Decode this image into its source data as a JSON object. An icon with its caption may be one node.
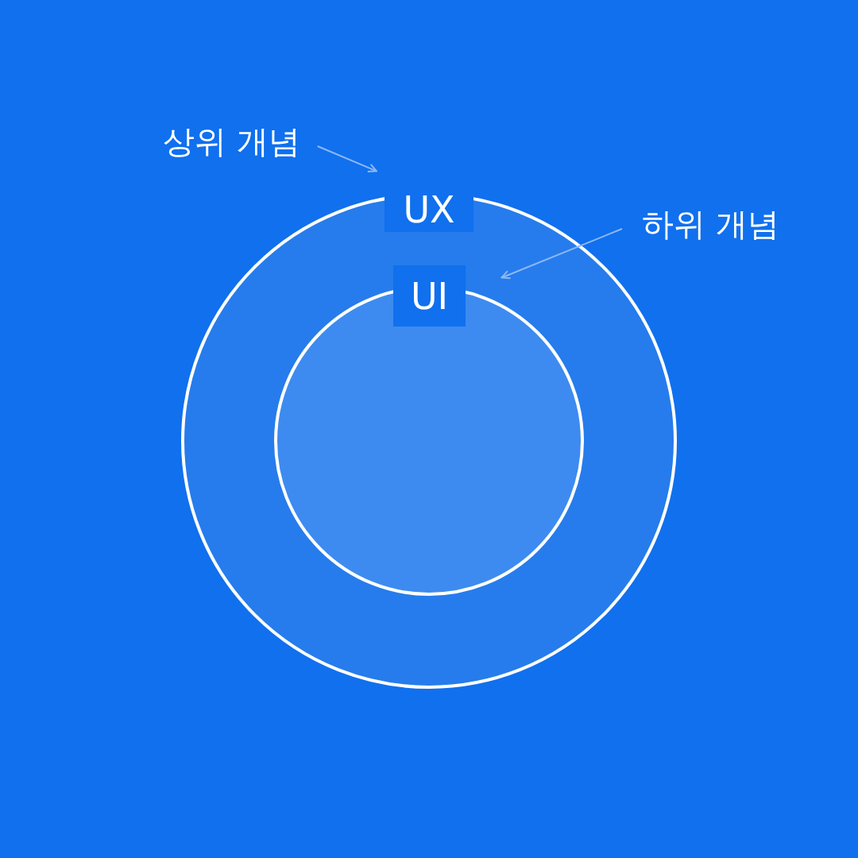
{
  "diagram": {
    "nodes": [
      {
        "text": [
          "UX"
        ]
      },
      {
        "text": [
          "UI"
        ],
        "in": 0
      },
      {
        "text": [
          "상위 개념"
        ]
      },
      {
        "text": [
          "하위 개념"
        ]
      }
    ],
    "edges": [
      {
        "from": 2,
        "to": 0,
        "arrow": "to"
      },
      {
        "from": 3,
        "to": 1,
        "arrow": "to"
      }
    ]
  }
}
